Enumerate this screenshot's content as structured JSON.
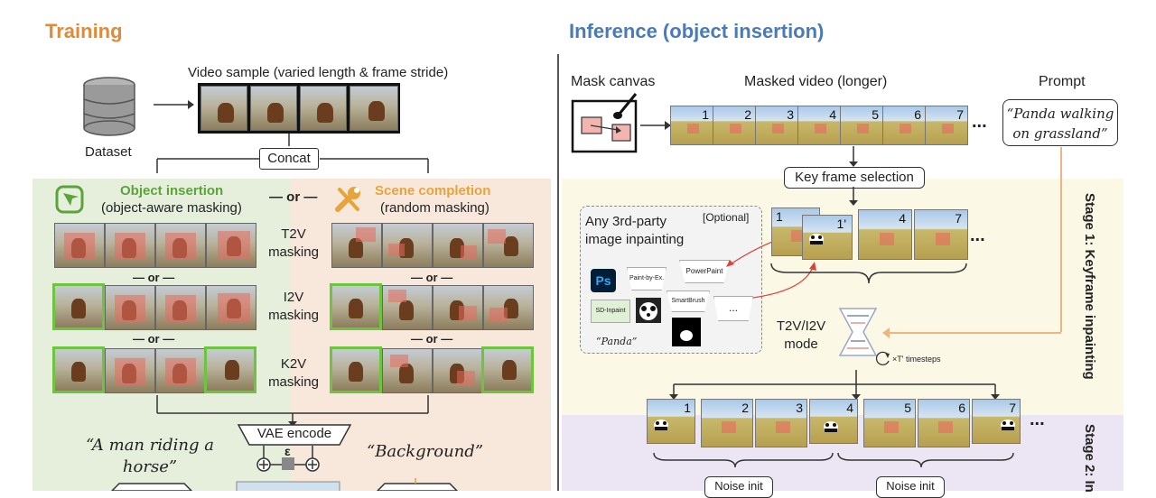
{
  "training": {
    "title": "Training",
    "video_label": "Video sample (varied length & frame stride)",
    "dataset_label": "Dataset",
    "concat_label": "Concat",
    "obj_title": "Object insertion",
    "obj_sub": "(object-aware masking)",
    "or_label": "— or —",
    "scene_title": "Scene completion",
    "scene_sub": "(random masking)",
    "masking_labels": [
      "T2V masking",
      "I2V masking",
      "K2V masking"
    ],
    "vae_label": "VAE encode",
    "eps_label": "ε",
    "prompt_left": "“A man riding a horse”",
    "prompt_right": "“Background”"
  },
  "inference": {
    "title": "Inference (object insertion)",
    "mask_canvas": "Mask canvas",
    "masked_video": "Masked video  (longer)",
    "prompt_title": "Prompt",
    "prompt_text": "“Panda walking on grassland”",
    "frame_numbers": [
      "1",
      "2",
      "3",
      "4",
      "5",
      "6",
      "7"
    ],
    "keyframe_sel": "Key frame selection",
    "thirdparty": "Any 3rd-party image inpainting",
    "optional": "[Optional]",
    "tools": [
      "Paint-by-Ex.",
      "PowerPaint",
      "SmartBrush",
      "SD-Inpaint",
      "..."
    ],
    "panda_caption": "“Panda”",
    "key_numbers": [
      "1",
      "1'",
      "4",
      "7"
    ],
    "mode_label": "T2V/I2V mode",
    "timesteps": "×T' timesteps",
    "stage1": "Stage 1: Keyframe inpainting",
    "stage2": "Stage 2: In",
    "noise_init": "Noise init",
    "ellipsis": "...",
    "ps_logo": "Ps"
  },
  "colors": {
    "training_title": "#e08a3c",
    "inference_title": "#4a7bb7",
    "obj_green": "#5aa43a",
    "scene_orange": "#e8a33a",
    "green_bg": "#e6efdc",
    "orange_bg": "#f8e8dc",
    "yellow_bg": "#fbf8e6",
    "purple_bg": "#ece6f4",
    "frame_border_green": "#6dc43f"
  }
}
